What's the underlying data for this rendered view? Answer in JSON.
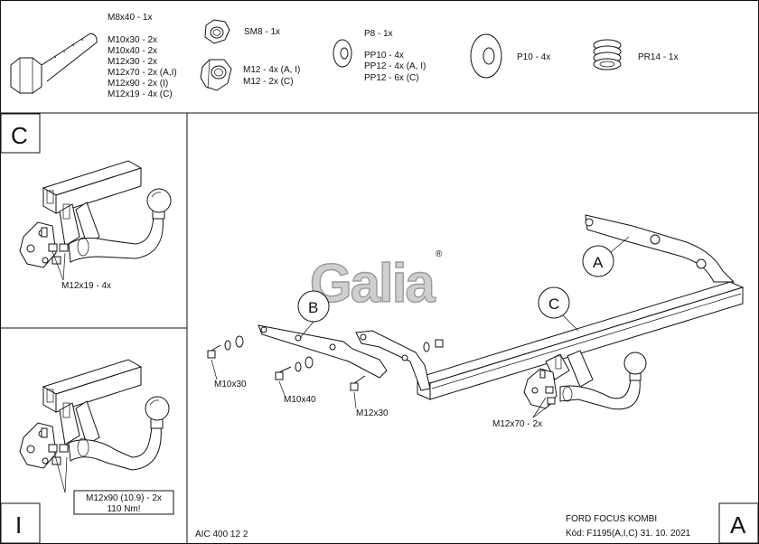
{
  "parts": {
    "bolt": [
      "M8x40 - 1x",
      "M10x30 - 2x",
      "M10x40 - 2x",
      "M12x30 - 2x",
      "M12x70 - 2x (A,I)",
      "M12x90 - 2x (I)",
      "M12x19 - 4x (C)"
    ],
    "self_locking_nut": "SM8 - 1x",
    "nut": [
      "M12 - 4x (A, I)",
      "M12 - 2x (C)"
    ],
    "washer": [
      "P8 - 1x",
      "PP10 - 4x",
      "PP12 - 4x (A, I)",
      "PP12 - 6x (C)"
    ],
    "large_washer": "P10 - 4x",
    "spring_washer": "PR14 - 1x"
  },
  "panels": {
    "c": {
      "letter": "C",
      "label": "M12x19 - 4x"
    },
    "i": {
      "letter": "I",
      "label_line1": "M12x90 (10.9) - 2x",
      "label_line2": "110 Nm!"
    }
  },
  "main": {
    "logo_text": "Galia",
    "logo_reg": "®",
    "callouts": {
      "a": "A",
      "b": "B",
      "c": "C"
    },
    "labels": {
      "m10x30": "M10x30",
      "m10x40": "M10x40",
      "m12x30": "M12x30",
      "m12x70": "M12x70 - 2x"
    },
    "footer": {
      "aic": "AIC 400 12 2",
      "model": "FORD FOCUS KOMBI",
      "code": "Kód: F1195(A,I,C)  31. 10. 2021",
      "letter": "A"
    }
  }
}
